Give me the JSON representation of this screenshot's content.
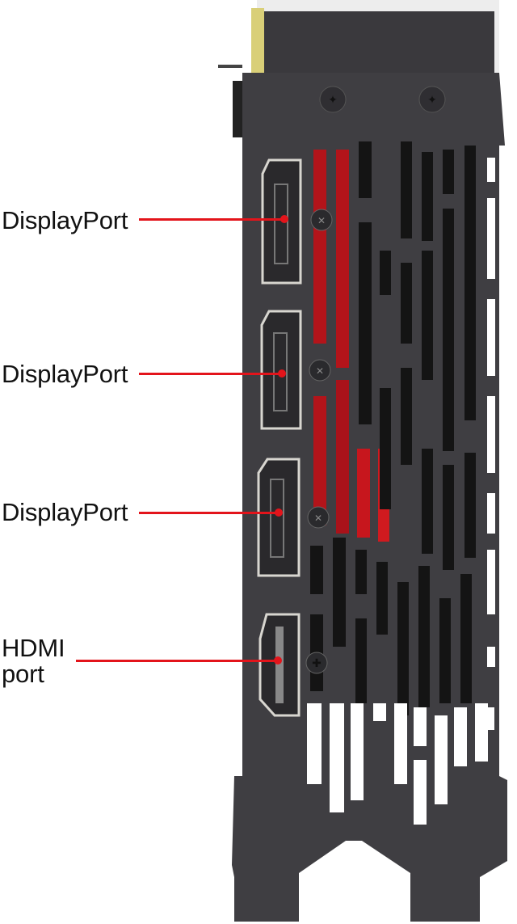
{
  "figure": {
    "subject": "Graphics card I/O bracket",
    "colors": {
      "bracket": "#3f3e42",
      "bracket_dark": "#2e2d31",
      "heatsink_red": "#b3141a",
      "callout_red": "#e3141b",
      "label_text": "#111111",
      "background": "#ffffff"
    }
  },
  "callouts": [
    {
      "id": "dp1",
      "label": "DisplayPort",
      "port_type": "DisplayPort"
    },
    {
      "id": "dp2",
      "label": "DisplayPort",
      "port_type": "DisplayPort"
    },
    {
      "id": "dp3",
      "label": "DisplayPort",
      "port_type": "DisplayPort"
    },
    {
      "id": "hdmi",
      "label_line1": "HDMI",
      "label_line2": "port",
      "port_type": "HDMI"
    }
  ]
}
